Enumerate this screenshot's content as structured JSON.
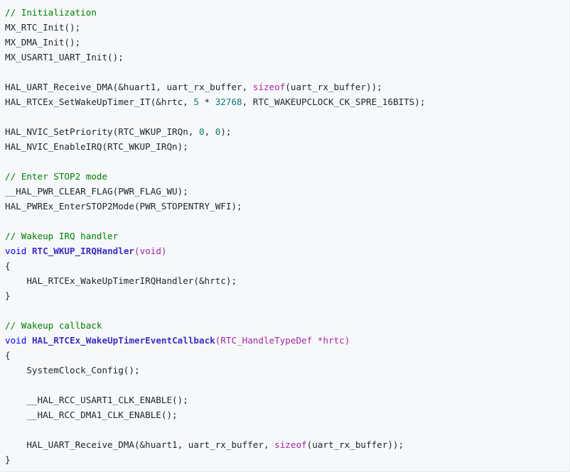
{
  "code": {
    "lines": [
      [
        {
          "text": "// Initialization",
          "kind": "comment"
        }
      ],
      [
        {
          "text": "MX_RTC_Init();",
          "kind": "plain"
        }
      ],
      [
        {
          "text": "MX_DMA_Init();",
          "kind": "plain"
        }
      ],
      [
        {
          "text": "MX_USART1_UART_Init();",
          "kind": "plain"
        }
      ],
      [],
      [
        {
          "text": "HAL_UART_Receive_DMA(&huart1, uart_rx_buffer, ",
          "kind": "plain"
        },
        {
          "text": "sizeof",
          "kind": "builtin"
        },
        {
          "text": "(uart_rx_buffer));",
          "kind": "plain"
        }
      ],
      [
        {
          "text": "HAL_RTCEx_SetWakeUpTimer_IT(&hrtc, ",
          "kind": "plain"
        },
        {
          "text": "5",
          "kind": "number"
        },
        {
          "text": " * ",
          "kind": "plain"
        },
        {
          "text": "32768",
          "kind": "number"
        },
        {
          "text": ", RTC_WAKEUPCLOCK_CK_SPRE_16BITS);",
          "kind": "plain"
        }
      ],
      [],
      [
        {
          "text": "HAL_NVIC_SetPriority(RTC_WKUP_IRQn, ",
          "kind": "plain"
        },
        {
          "text": "0",
          "kind": "number"
        },
        {
          "text": ", ",
          "kind": "plain"
        },
        {
          "text": "0",
          "kind": "number"
        },
        {
          "text": ");",
          "kind": "plain"
        }
      ],
      [
        {
          "text": "HAL_NVIC_EnableIRQ(RTC_WKUP_IRQn);",
          "kind": "plain"
        }
      ],
      [],
      [
        {
          "text": "// Enter STOP2 mode",
          "kind": "comment"
        }
      ],
      [
        {
          "text": "__HAL_PWR_CLEAR_FLAG(PWR_FLAG_WU);",
          "kind": "plain"
        }
      ],
      [
        {
          "text": "HAL_PWREx_EnterSTOP2Mode(PWR_STOPENTRY_WFI);",
          "kind": "plain"
        }
      ],
      [],
      [
        {
          "text": "// Wakeup IRQ handler",
          "kind": "comment"
        }
      ],
      [
        {
          "text": "void",
          "kind": "keyword"
        },
        {
          "text": " ",
          "kind": "plain"
        },
        {
          "text": "RTC_WKUP_IRQHandler",
          "kind": "func"
        },
        {
          "text": "(void)",
          "kind": "param"
        }
      ],
      [
        {
          "text": "{",
          "kind": "plain"
        }
      ],
      [
        {
          "text": "    HAL_RTCEx_WakeUpTimerIRQHandler(&hrtc);",
          "kind": "plain"
        }
      ],
      [
        {
          "text": "}",
          "kind": "plain"
        }
      ],
      [],
      [
        {
          "text": "// Wakeup callback",
          "kind": "comment"
        }
      ],
      [
        {
          "text": "void",
          "kind": "keyword"
        },
        {
          "text": " ",
          "kind": "plain"
        },
        {
          "text": "HAL_RTCEx_WakeUpTimerEventCallback",
          "kind": "func"
        },
        {
          "text": "(RTC_HandleTypeDef *hrtc)",
          "kind": "param"
        }
      ],
      [
        {
          "text": "{",
          "kind": "plain"
        }
      ],
      [
        {
          "text": "    SystemClock_Config();",
          "kind": "plain"
        }
      ],
      [],
      [
        {
          "text": "    __HAL_RCC_USART1_CLK_ENABLE();",
          "kind": "plain"
        }
      ],
      [
        {
          "text": "    __HAL_RCC_DMA1_CLK_ENABLE();",
          "kind": "plain"
        }
      ],
      [],
      [
        {
          "text": "    HAL_UART_Receive_DMA(&huart1, uart_rx_buffer, ",
          "kind": "plain"
        },
        {
          "text": "sizeof",
          "kind": "builtin"
        },
        {
          "text": "(uart_rx_buffer));",
          "kind": "plain"
        }
      ],
      [
        {
          "text": "}",
          "kind": "plain"
        }
      ]
    ]
  }
}
